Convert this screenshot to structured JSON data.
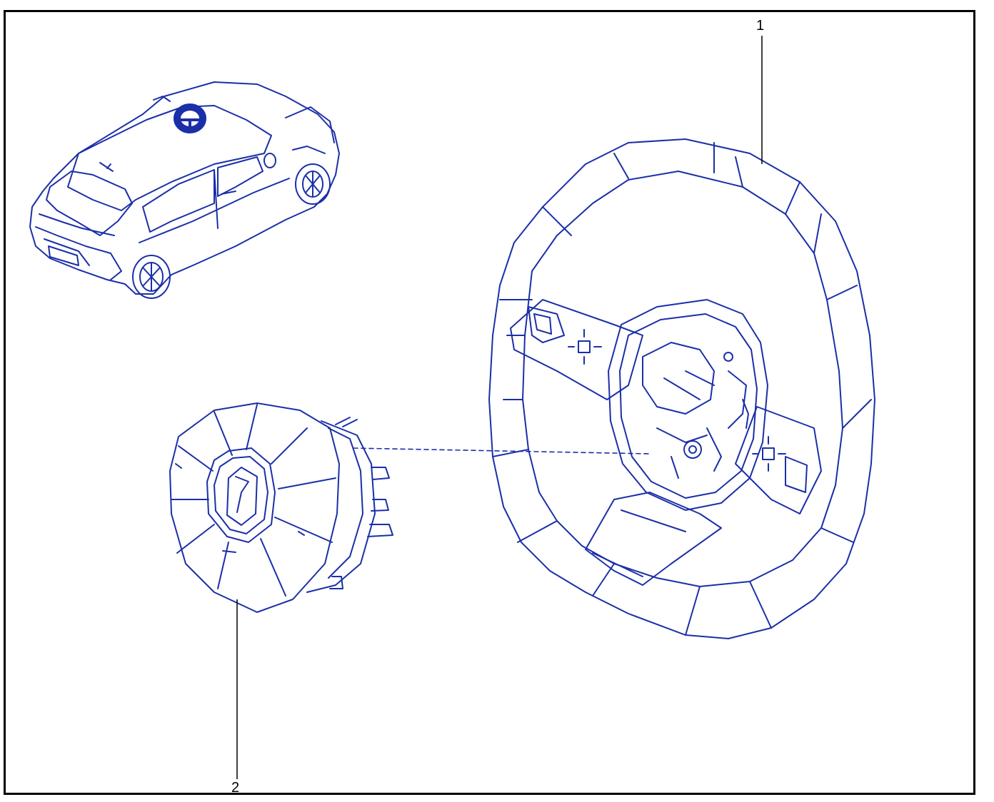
{
  "callouts": [
    {
      "number": "1",
      "part": "steering-wheel"
    },
    {
      "number": "2",
      "part": "airbag-module"
    }
  ],
  "colors": {
    "line_art": "#1b2fa8",
    "frame": "#000000",
    "callout_text": "#000000",
    "background": "#ffffff"
  }
}
